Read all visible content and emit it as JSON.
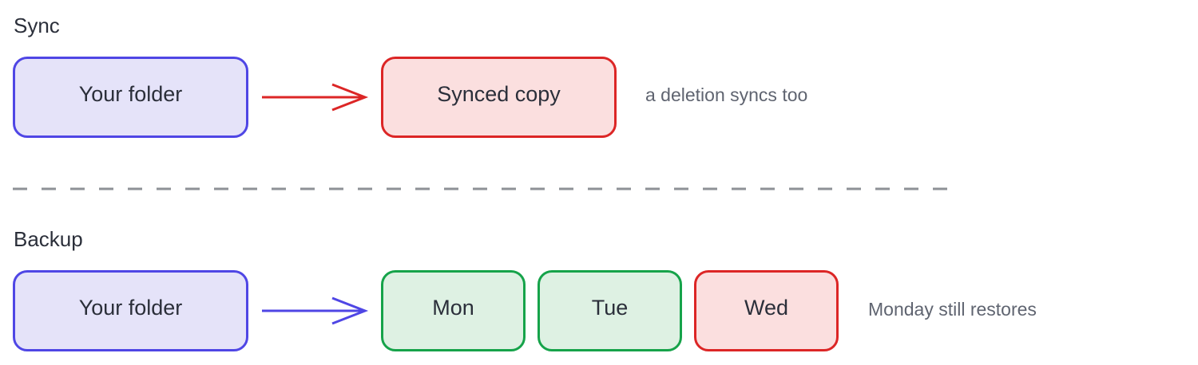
{
  "colors": {
    "folder_fill": "#e5e3f9",
    "folder_stroke": "#4f46e5",
    "bad_fill": "#fbdfdf",
    "bad_stroke": "#dc2626",
    "good_fill": "#def1e3",
    "good_stroke": "#16a34a",
    "sync_arrow": "#dc2626",
    "backup_arrow": "#4f46e5",
    "divider": "#8e9196"
  },
  "sync": {
    "label": "Sync",
    "source": "Your folder",
    "target": "Synced copy",
    "note": "a deletion syncs too"
  },
  "backup": {
    "label": "Backup",
    "source": "Your folder",
    "snapshots": [
      "Mon",
      "Tue",
      "Wed"
    ],
    "note": "Monday still restores"
  }
}
